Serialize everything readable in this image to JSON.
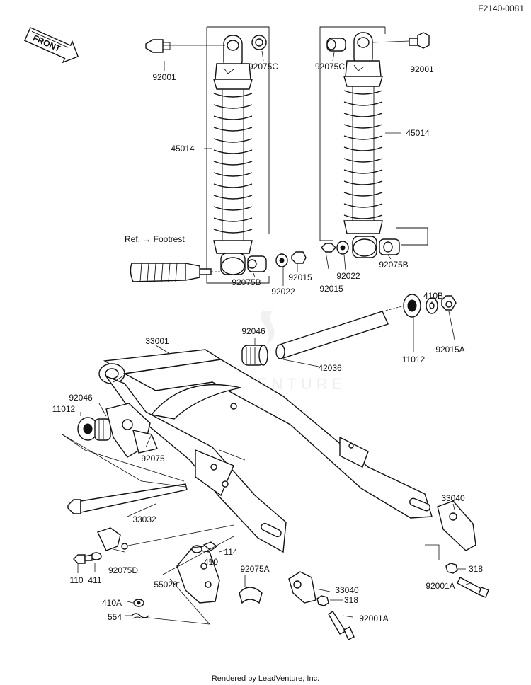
{
  "header": {
    "figure_code": "F2140-0081"
  },
  "direction": {
    "label": "FRONT"
  },
  "watermark": "LEADVENTURE",
  "reference": {
    "label": "Ref. → Footrest"
  },
  "footer": {
    "text": "Rendered by LeadVenture, Inc."
  },
  "parts": {
    "bolt_left_shock": "92001",
    "collar_left_shock_top": "92075C",
    "shock_left": "45014",
    "collar_left_shock_bottom": "92075B",
    "washer_left_shock": "92022",
    "nut_left_shock": "92015",
    "collar_right_shock_top": "92075C",
    "bolt_right_shock": "92001",
    "shock_right": "45014",
    "nut_right_shock": "92015",
    "washer_right_shock": "92022",
    "collar_right_shock_bottom": "92075B",
    "bushing_top": "92046",
    "swingarm": "33001",
    "pivot_shaft": "42036",
    "washer_410b": "410B",
    "seal_right": "11012",
    "nut_92015a": "92015A",
    "bushing_left": "92046",
    "seal_left": "11012",
    "pad_92075": "92075",
    "axle_bolt": "33032",
    "pad_92075d": "92075D",
    "bolt_110": "110",
    "washer_411": "411",
    "bolt_114": "114",
    "washer_410": "410",
    "pad_92075a": "92075A",
    "guide_55020": "55020",
    "washer_410a": "410A",
    "clip_554": "554",
    "adjuster_left": "33040",
    "nut_318_left": "318",
    "bolt_92001a_left": "92001A",
    "adjuster_right": "33040",
    "nut_318_right": "318",
    "bolt_92001a_right": "92001A"
  }
}
